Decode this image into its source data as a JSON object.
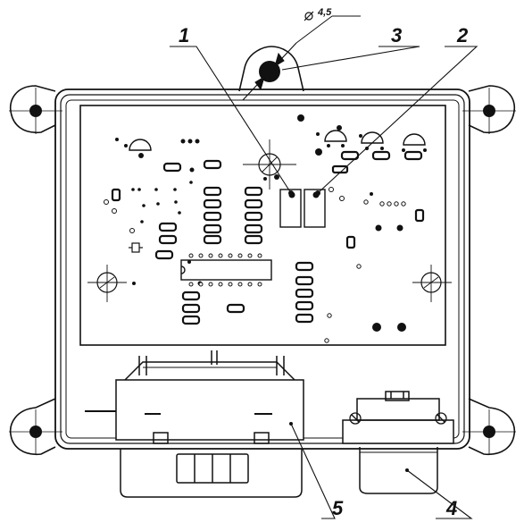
{
  "labels": {
    "hole_diameter": "4,5",
    "callout_1": "1",
    "callout_2": "2",
    "callout_3": "3",
    "callout_4": "4",
    "callout_5": "5"
  },
  "colors": {
    "ink": "#111111",
    "paper": "#ffffff"
  }
}
